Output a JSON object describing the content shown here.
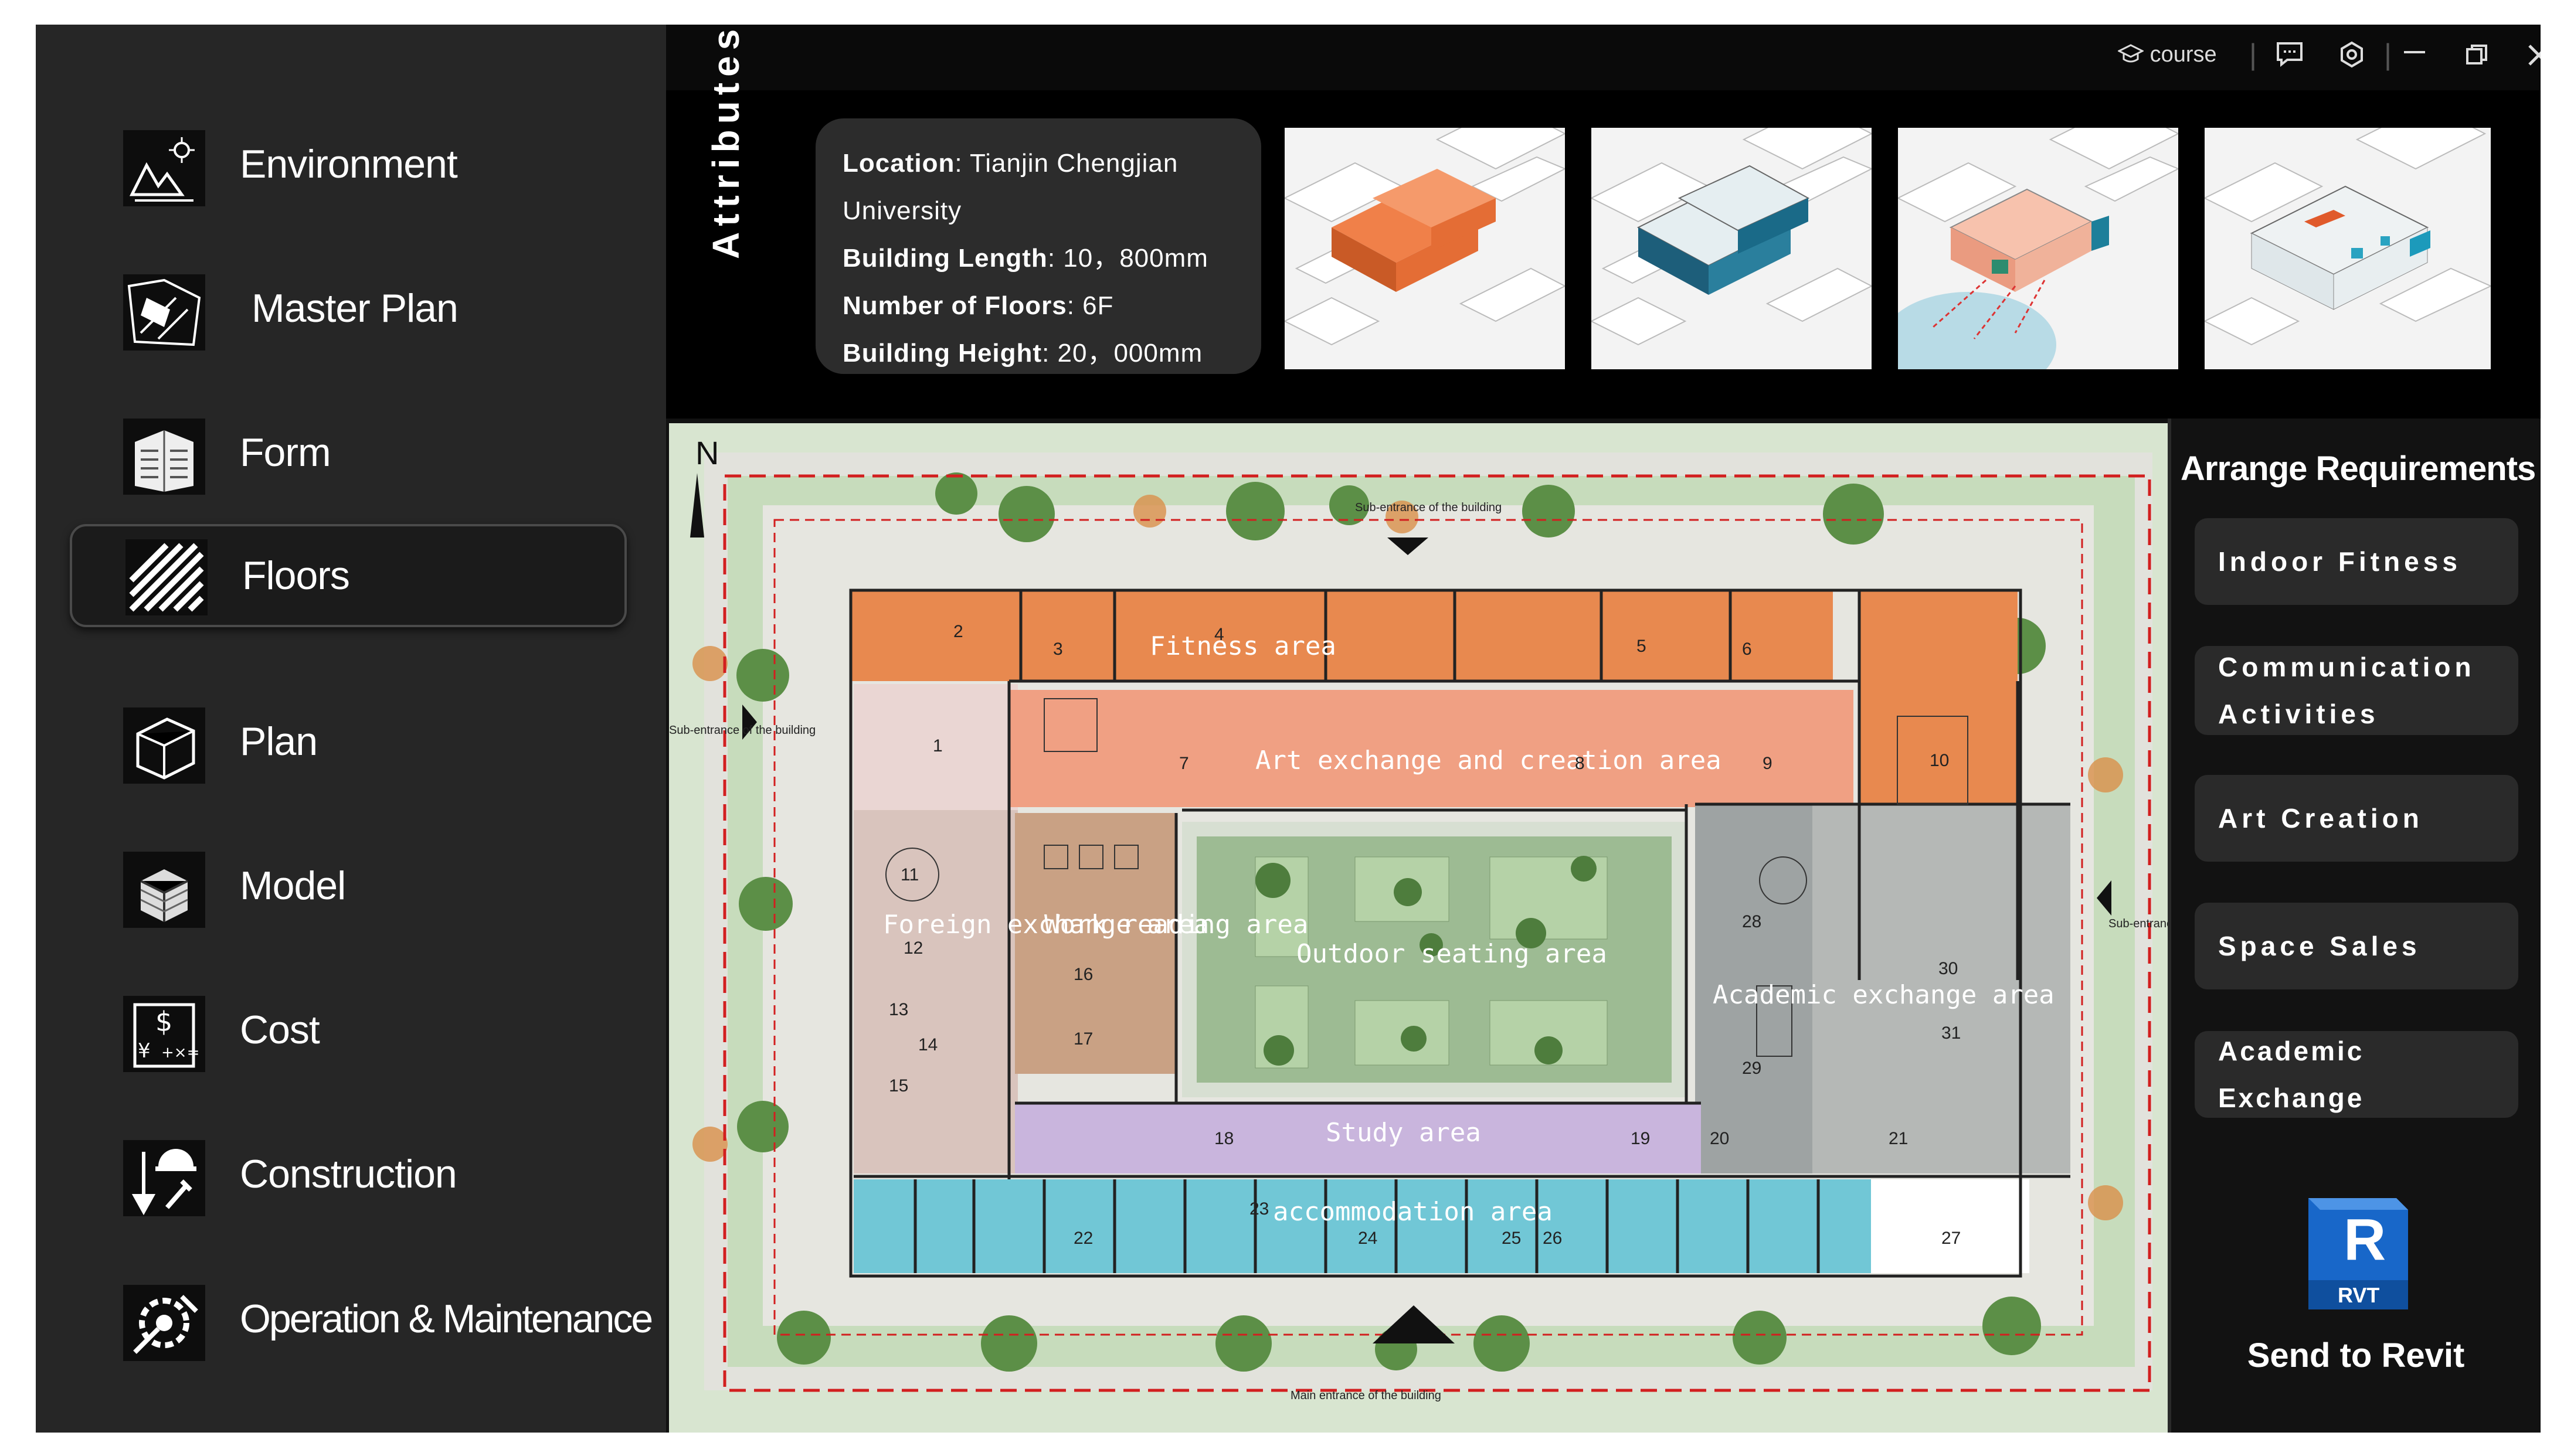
{
  "sidebar": {
    "items": [
      {
        "label": "Environment",
        "icon": "environment-icon"
      },
      {
        "label": "Master Plan",
        "icon": "master-plan-icon"
      },
      {
        "label": "Form",
        "icon": "building-form-icon"
      },
      {
        "label": "Floors",
        "icon": "floors-icon",
        "active": true
      },
      {
        "label": "Plan",
        "icon": "plan-icon"
      },
      {
        "label": "Model",
        "icon": "model-icon"
      },
      {
        "label": "Cost",
        "icon": "cost-icon"
      },
      {
        "label": "Construction",
        "icon": "construction-icon"
      },
      {
        "label": "Operation & Maintenance",
        "icon": "operation-maintenance-icon"
      }
    ]
  },
  "titlebar": {
    "course_label": "course"
  },
  "attributes": {
    "heading": "Attributes",
    "location_label": "Location",
    "location_value": "Tianjin Chengjian University",
    "length_label": "Building Length",
    "length_value": "10，800mm",
    "floors_label": "Number of Floors",
    "floors_value": "6F",
    "height_label": "Building Height",
    "height_value": "20，000mm"
  },
  "plan": {
    "north": "N",
    "main_entrance": "Main entrance of the building",
    "sub_entrance_top": "Sub-entrance of the building",
    "sub_entrance_left": "Sub-entrance of the building",
    "sub_entrance_right": "Sub-entrance of the building",
    "zones": {
      "fitness": "Fitness area",
      "art": "Art exchange and creation area",
      "foreign": "Foreign exchange area",
      "work": "Work reading area",
      "outdoor": "Outdoor seating area",
      "academic": "Academic exchange area",
      "study": "Study area",
      "accommodation": "accommodation area"
    },
    "rooms": [
      "1",
      "2",
      "3",
      "4",
      "5",
      "6",
      "7",
      "8",
      "9",
      "10",
      "11",
      "12",
      "13",
      "14",
      "15",
      "16",
      "17",
      "18",
      "19",
      "20",
      "21",
      "22",
      "23",
      "24",
      "25",
      "26",
      "27",
      "28",
      "29",
      "30",
      "31"
    ]
  },
  "requirements": {
    "title": "Arrange Requirements",
    "buttons": [
      "Indoor Fitness",
      "Communication Activities",
      "Art Creation",
      "Space Sales",
      "Academic Exchange"
    ]
  },
  "revit": {
    "logo_letter": "R",
    "logo_tag": "RVT",
    "send_label": "Send to Revit"
  },
  "colors": {
    "fitness": "#e8894f",
    "art": "#f0a083",
    "foreign": "#d9c4bd",
    "work": "#c9a184",
    "academic": "#b5b8b6",
    "study": "#c9b5dd",
    "accommodation": "#71c7d6",
    "courtyard": "#9dbb93",
    "revit_blue": "#1867c9"
  }
}
